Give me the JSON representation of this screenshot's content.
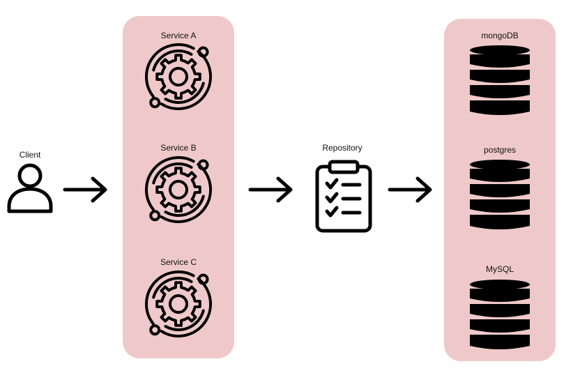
{
  "colors": {
    "panel": "#efc9c9",
    "stroke": "#000000",
    "text": "#111111"
  },
  "client": {
    "label": "Client",
    "icon": "user-icon"
  },
  "services": {
    "items": [
      {
        "label": "Service A",
        "icon": "gear-cycle-icon"
      },
      {
        "label": "Service B",
        "icon": "gear-cycle-icon"
      },
      {
        "label": "Service C",
        "icon": "gear-cycle-icon"
      }
    ]
  },
  "repository": {
    "label": "Repository",
    "icon": "clipboard-checklist-icon"
  },
  "databases": {
    "items": [
      {
        "label": "mongoDB",
        "icon": "database-icon"
      },
      {
        "label": "postgres",
        "icon": "database-icon"
      },
      {
        "label": "MySQL",
        "icon": "database-icon"
      }
    ]
  }
}
